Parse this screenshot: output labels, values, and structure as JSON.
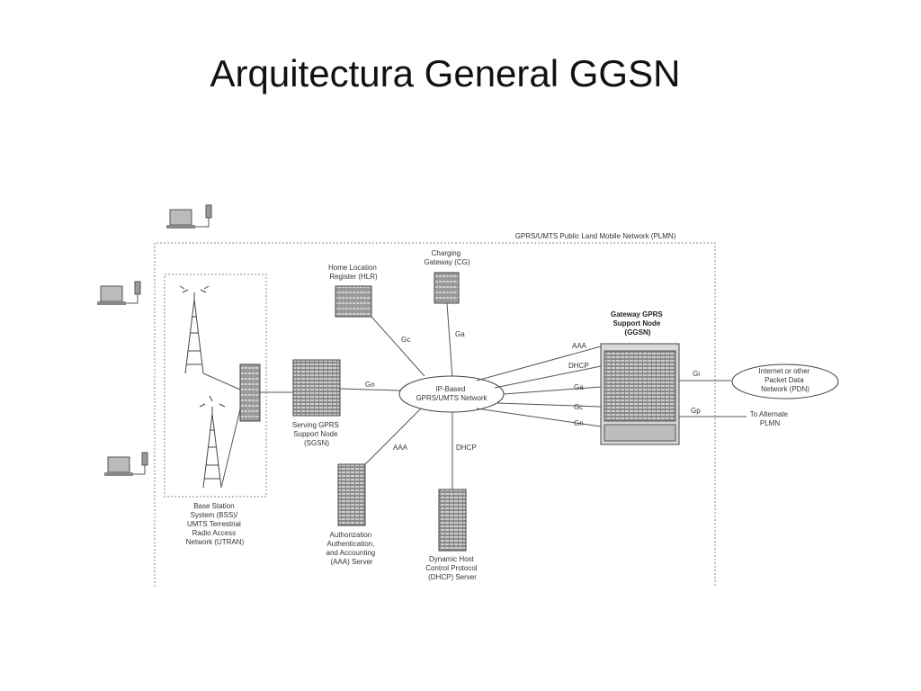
{
  "slide": {
    "title": "Arquitectura General GGSN"
  },
  "diagram": {
    "plmn_label": "GPRS/UMTS Public Land Mobile Network (PLMN)",
    "core_network": [
      "IP-Based",
      "GPRS/UMTS Network"
    ],
    "nodes": {
      "hlr": [
        "Home Location",
        "Register (HLR)"
      ],
      "cg": [
        "Charging",
        "Gateway (CG)"
      ],
      "ggsn": [
        "Gateway GPRS",
        "Support Node",
        "(GGSN)"
      ],
      "sgsn": [
        "Serving GPRS",
        "Support Node",
        "(SGSN)"
      ],
      "bss": [
        "Base Station",
        "System (BSS)/",
        "UMTS Terrestrial",
        "Radio Access",
        "Network (UTRAN)"
      ],
      "aaa": [
        "Authorization",
        "Authentication,",
        "and Accounting",
        "(AAA) Server"
      ],
      "dhcp": [
        "Dynamic Host",
        "Control Protocol",
        "(DHCP) Server"
      ],
      "pdn": [
        "Internet or other",
        "Packet Data",
        "Network (PDN)"
      ],
      "alt_plmn": [
        "To Alternate",
        "PLMN"
      ]
    },
    "interfaces": {
      "gc": "Gc",
      "ga": "Ga",
      "gn_sgsn": "Gn",
      "aaa": "AAA",
      "dhcp": "DHCP",
      "ggsn_aaa": "AAA",
      "ggsn_dhcp": "DHCP",
      "ggsn_ga": "Ga",
      "ggsn_gc": "Gc",
      "ggsn_gn": "Gn",
      "gi": "Gi",
      "gp": "Gp"
    }
  }
}
